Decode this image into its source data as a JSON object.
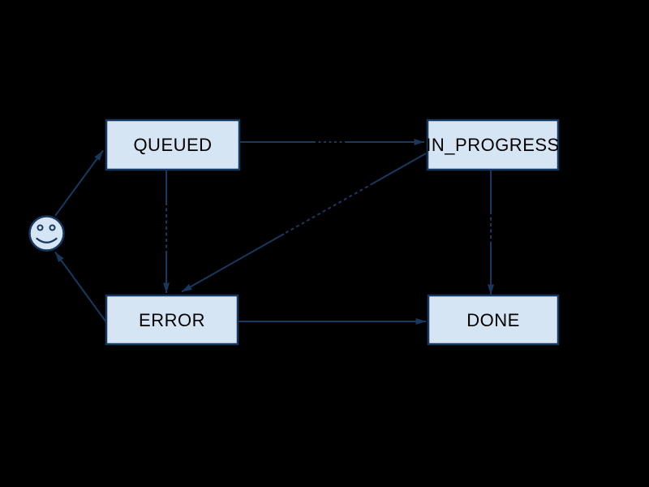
{
  "diagram": {
    "type": "state-diagram",
    "background": "#000000",
    "colors": {
      "node_fill": "#d6e5f4",
      "node_border": "#17395f",
      "edge_line": "#17395f",
      "node_text": "#000000"
    },
    "nodes": {
      "queued": {
        "label": "QUEUED"
      },
      "in_progress": {
        "label": "IN_PROGRESS"
      },
      "error": {
        "label": "ERROR"
      },
      "done": {
        "label": "DONE"
      }
    },
    "actor": {
      "id": "user",
      "glyph": "smiley-face"
    },
    "edges": [
      {
        "from": "user",
        "to": "QUEUED",
        "label_visible": false
      },
      {
        "from": "QUEUED",
        "to": "IN_PROGRESS",
        "label_visible": false,
        "label_occludes_line": true
      },
      {
        "from": "QUEUED",
        "to": "ERROR",
        "label_visible": false,
        "label_occludes_line": true
      },
      {
        "from": "IN_PROGRESS",
        "to": "ERROR",
        "label_visible": false,
        "label_occludes_line": true
      },
      {
        "from": "IN_PROGRESS",
        "to": "DONE",
        "label_visible": false,
        "label_occludes_line": true
      },
      {
        "from": "ERROR",
        "to": "DONE",
        "label_visible": false
      },
      {
        "from": "ERROR",
        "to": "user",
        "label_visible": false
      }
    ]
  }
}
